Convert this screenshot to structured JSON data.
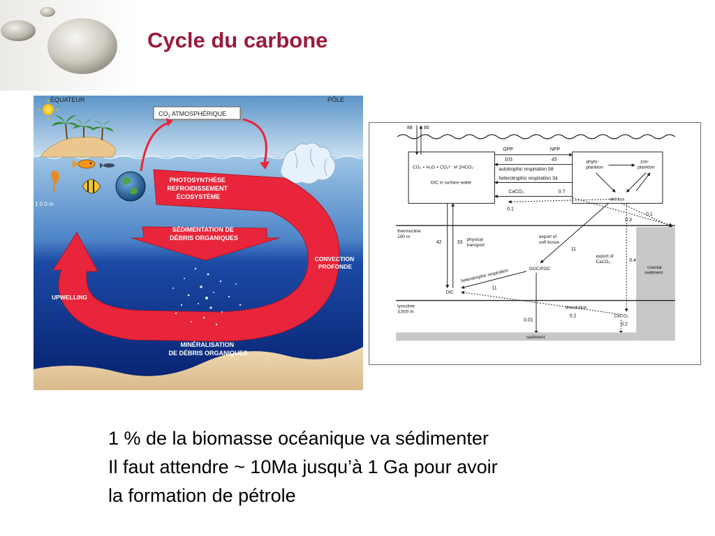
{
  "slide": {
    "title": "Cycle du carbone",
    "body_lines": [
      "1 % de la biomasse océanique va sédimenter",
      "Il faut attendre ~ 10Ma jusqu’à 1 Ga pour avoir",
      "la formation de pétrole"
    ]
  },
  "ocean_figure": {
    "equator_label": "ÉQUATEUR",
    "pole_label": "PÔLE",
    "atmosphere_label_prefix": "CO",
    "atmosphere_label_sub": "2",
    "atmosphere_label_rest": " ATMOSPHÉRIQUE",
    "depth_label": "1 0 0  m",
    "photosynthesis_lines": [
      "PHOTOSYNTHÈSE",
      "REFROIDISSEMENT",
      "ÉCOSYSTÈME"
    ],
    "sedimentation_lines": [
      "SÉDIMENTATION DE",
      "DÉBRIS ORGANIQUES"
    ],
    "convection_lines": [
      "CONVECTION",
      "PROFONDE"
    ],
    "upwelling_label": "UPWELLING",
    "mineralisation_lines": [
      "MINÉRALISATION",
      "DE DÉBRIS ORGANIQUES"
    ]
  },
  "flux_figure": {
    "top_in": "88",
    "top_out": "90",
    "gpp_label": "GPP",
    "gpp_value": "103",
    "npp_label": "NPP",
    "npp_value": "45",
    "autotrophic": "autotrophic respiration 58",
    "heterotrophic_top": "heterotrophic respiration 34",
    "equation": "CO₂ + H₂O + CO₃²⁻ ⇄ 2HCO₃⁻",
    "dic_surface": "DIC in surface water",
    "phyto_lines": [
      "phyto-",
      "plankton"
    ],
    "zoo_lines": [
      "zoo-",
      "plankton"
    ],
    "detritus": "detritus",
    "caco3_label": "CaCO₃",
    "caco3_value": "0.7",
    "left_flux_small": "0.1",
    "right_flux_a": "0.1",
    "right_flux_b": "0.3",
    "thermocline_lines": [
      "thermocline",
      "100 m"
    ],
    "down_value": "42",
    "up_value": "33",
    "physical_lines": [
      "physical",
      "transport"
    ],
    "soft_tissue_lines": [
      "export of",
      "soft tissue"
    ],
    "soft_tissue_value": "11",
    "export_caco3_lines": [
      "export of",
      "CaCO₃"
    ],
    "export_caco3_value": "0.4",
    "coastal_lines": [
      "coastal",
      "sediment"
    ],
    "doc_poc": "DOC/POC",
    "heterotrophic_deep": "heterotrophic respiration",
    "heterotrophic_deep_value": "11",
    "dic_deep": "DIC",
    "lysocline_lines": [
      "lysocline",
      "3,500 m"
    ],
    "dissolution": "dissolution",
    "dissolution_value": "0.2",
    "sediment_flux": "0.01",
    "caco3_deep": "CaCO₃",
    "caco3_deep_value": "0.2",
    "sediment": "sediment"
  },
  "colors": {
    "title": "#9b1b3c",
    "ocean_deep": "#0b2e86",
    "arrow_red": "#e8253a",
    "sky": "#8ab6d8"
  }
}
